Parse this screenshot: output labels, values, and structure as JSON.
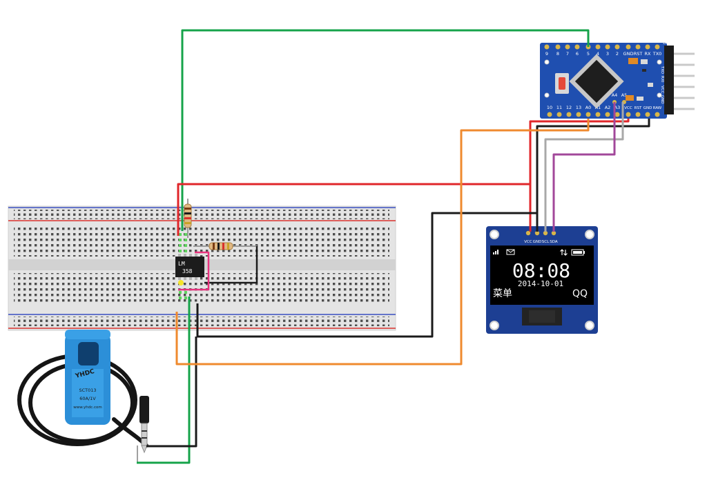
{
  "colors": {
    "background": "#ffffff",
    "breadboard": "#e6e6e6",
    "rail_red": "#d9302c",
    "rail_blue": "#3a4fc2",
    "wire_green": "#15a34a",
    "wire_red": "#e0262a",
    "wire_black": "#1a1a1a",
    "wire_orange": "#ef8a2e",
    "wire_gray": "#a8a8a8",
    "wire_purple": "#a2479a",
    "wire_pink": "#e8337e",
    "arduino_board": "#1f4fb0",
    "oled_board": "#1d3f93",
    "oled_screen": "#000000",
    "sensor_body": "#2c8fd8"
  },
  "arduino": {
    "top_pins": [
      "9",
      "8",
      "7",
      "6",
      "5",
      "4",
      "3",
      "2",
      "GND",
      "RST",
      "RX",
      "TX0"
    ],
    "top_right": "DTR",
    "bottom_pins": [
      "10",
      "11",
      "12",
      "13",
      "A0",
      "A1",
      "A2",
      "A3",
      "VCC",
      "RST",
      "GND",
      "RAW"
    ],
    "upper_analog": [
      "A4",
      "A5"
    ],
    "side_pins": [
      "TXO",
      "RXI",
      "VCC",
      "GND"
    ]
  },
  "chip": {
    "line1": "LM",
    "line2": "358"
  },
  "oled": {
    "pins": [
      "VCC",
      "GND",
      "SCL",
      "SDA"
    ],
    "time": "08:08",
    "date": "2014-10-01",
    "left_label": "菜单",
    "right_label": "QQ"
  },
  "sensor": {
    "brand": "YHDC",
    "model": "SCT013",
    "rating": "60A/1V",
    "website": "www.yhdc.com"
  }
}
